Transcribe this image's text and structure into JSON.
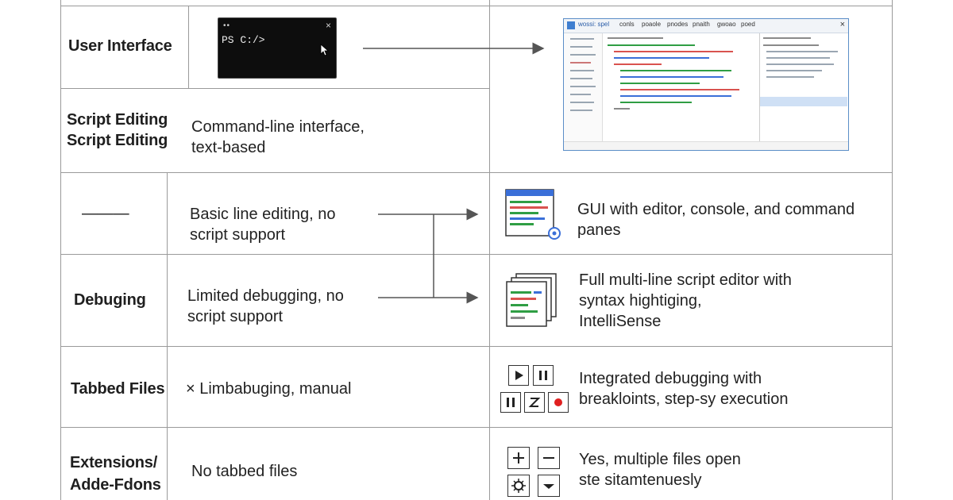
{
  "rows": [
    {
      "label": "User Interface",
      "left_text": "",
      "right_text": ""
    },
    {
      "label": "Script Editing\nScript Editing",
      "left_text": "Command-line interface,\ntext-based",
      "right_text": ""
    },
    {
      "label": "———",
      "left_text": "Basic line editing, no\nscript support",
      "right_text": "GUI with editor, console, and command\npanes"
    },
    {
      "label": "Debuging",
      "left_text": "Limited debugging, no\nscript support",
      "right_text": "Full multi-line script editor with\nsyntax hightiging,\nIntelliSense"
    },
    {
      "label": "Tabbed Files",
      "left_text": "× Limbabuging, manual",
      "right_text": "Integrated debugging with\nbreakloints, step-sy execution"
    },
    {
      "label": "Extensions/\nAdde-Fdons",
      "left_text": "No tabbed files",
      "right_text": "Yes, multiple files open\nste sitamtenuesly"
    }
  ],
  "terminal": {
    "prompt": "PS C:/>",
    "close": "×",
    "dots": "••"
  },
  "ise": {
    "menu": [
      "wossi: spel",
      "conls",
      "poaole",
      "pnodes",
      "pnaith",
      "gwoao",
      "poed"
    ],
    "close": "×"
  },
  "colors": {
    "grid": "#9a9a9a",
    "terminal_bg": "#0d0d0d",
    "ise_border": "#5b8ec7",
    "ise_accent": "#3f7fd0",
    "code_green": "#2f9e44",
    "code_red": "#d9534f",
    "code_blue": "#3a6fd8",
    "record_red": "#e02020"
  },
  "icons": [
    "mouse-cursor-icon",
    "editor-window-icon",
    "stacked-scripts-icon",
    "play-icon",
    "pause-icon",
    "step-icon",
    "record-icon",
    "plus-icon",
    "minus-icon",
    "gear-icon",
    "chevron-down-icon"
  ]
}
